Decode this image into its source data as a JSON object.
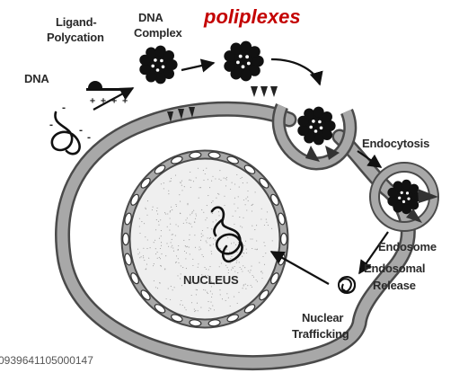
{
  "title": {
    "text": "poliplexes",
    "color": "#c40000"
  },
  "labels": {
    "ligand_polycation_line1": "Ligand-",
    "ligand_polycation_line2": "Polycation",
    "dna_complex_line1": "DNA",
    "dna_complex_line2": "Complex",
    "dna": "DNA",
    "endocytosis": "Endocytosis",
    "endosome": "Endosome",
    "endosomal_release_line1": "Endosomal",
    "endosomal_release_line2": "Release",
    "nucleus": "NUCLEUS",
    "nuclear_trafficking_line1": "Nuclear",
    "nuclear_trafficking_line2": "Trafficking",
    "polycation_charges": "+ + + +",
    "dna_charge": "-"
  },
  "footer": {
    "doi_fragment": "0939641105000147"
  },
  "colors": {
    "membrane_fill": "#a8a8a8",
    "membrane_edge": "#4a4a4a",
    "nucleus_fill": "#efefef",
    "ink": "#111111"
  },
  "icons": [
    "dna-strand-icon",
    "ligand-polycation-icon",
    "polyplex-icon",
    "membrane-receptor-icon",
    "nuclear-pore-icon",
    "unpacked-dna-icon"
  ]
}
